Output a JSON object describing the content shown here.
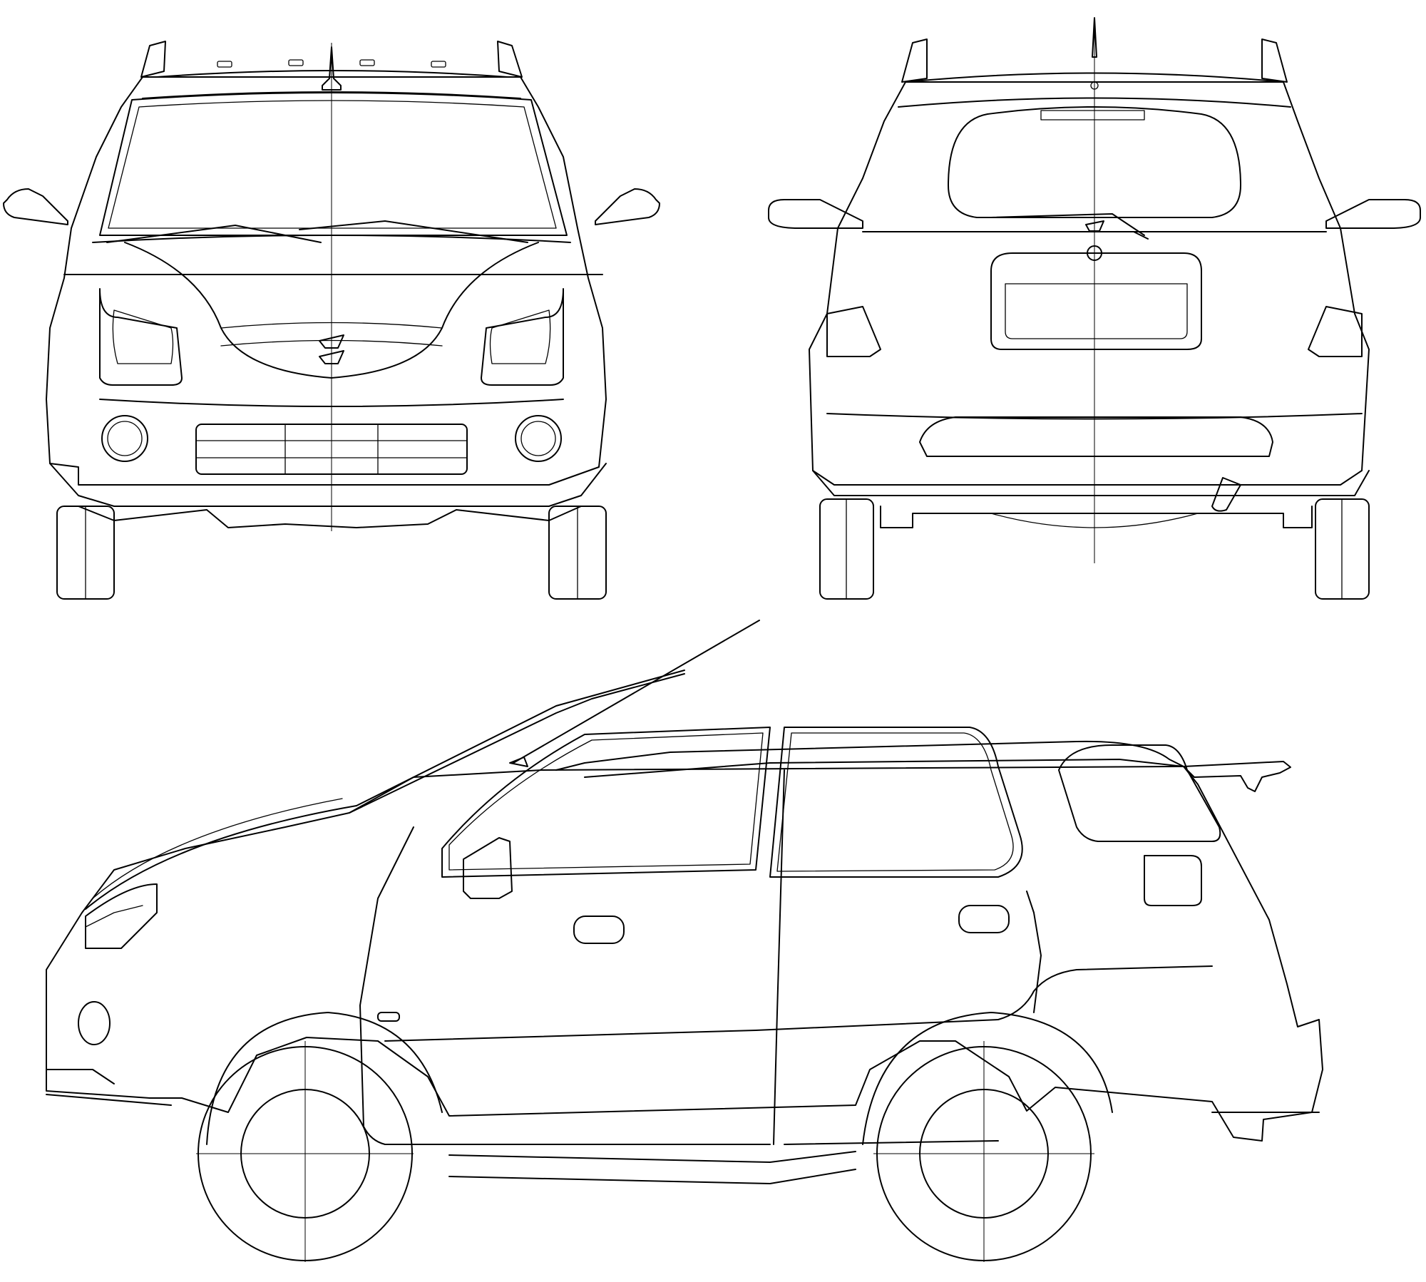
{
  "drawing": {
    "views": [
      {
        "id": "front",
        "label": ""
      },
      {
        "id": "rear",
        "label": ""
      },
      {
        "id": "side",
        "label": ""
      }
    ],
    "colors": {
      "line": "#000000",
      "background": "#ffffff"
    }
  }
}
